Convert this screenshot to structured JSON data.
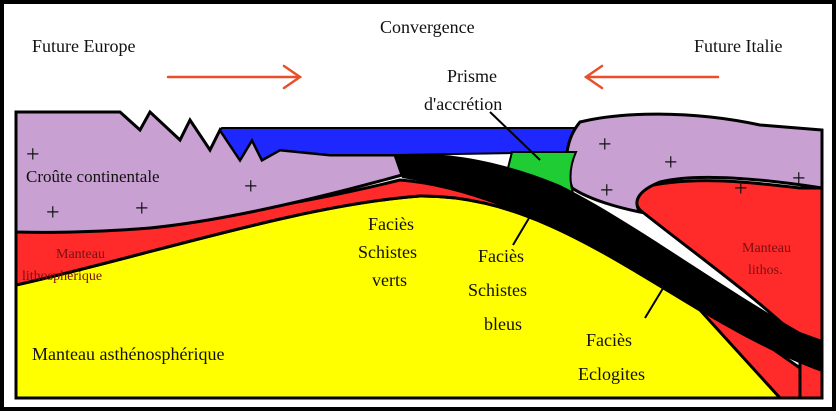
{
  "labels": {
    "convergence": "Convergence",
    "future_europe": "Future Europe",
    "future_italie": "Future Italie",
    "prisme_line1": "Prisme",
    "prisme_line2": "d'accrétion",
    "croute": "Croûte continentale",
    "manteau_litho_l1": "Manteau",
    "manteau_litho_l2": "lithosphérique",
    "manteau_lithos_l1": "Manteau",
    "manteau_lithos_l2": "lithos.",
    "manteau_astheno": "Manteau asthénosphérique",
    "facies_verts_l1": "Faciès",
    "facies_verts_l2": "Schistes",
    "facies_verts_l3": "verts",
    "facies_bleus_l1": "Faciès",
    "facies_bleus_l2": "Schistes",
    "facies_bleus_l3": "bleus",
    "facies_eclo_l1": "Faciès",
    "facies_eclo_l2": "Eclogites"
  },
  "symbols": {
    "plus": "+"
  },
  "colors": {
    "background": "#ffffff",
    "border": "#000000",
    "asthenosphere": "#ffff00",
    "lithospheric_mantle": "#ff2a2a",
    "continental_crust": "#c8a0d2",
    "ocean": "#1f27ff",
    "accretion_prism": "#1fcc33",
    "subducting_slab": "#000000",
    "arrow": "#e8502a"
  },
  "icons": {
    "arrow_left_to_right": "right-arrow-icon",
    "arrow_right_to_left": "left-arrow-icon"
  }
}
